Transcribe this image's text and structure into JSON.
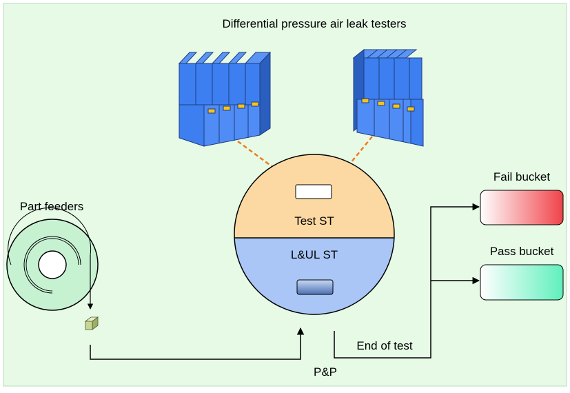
{
  "title": "Differential pressure air leak testers",
  "labels": {
    "part_feeders": "Part feeders",
    "test_st": "Test ST",
    "lul_st": "L&UL ST",
    "fail_bucket": "Fail bucket",
    "pass_bucket": "Pass bucket",
    "end_of_test": "End of test",
    "pp": "P&P"
  },
  "colors": {
    "background": "#e6fae6",
    "tester_blue": "#3d7ff0",
    "tester_yellow": "#f7c419",
    "test_station": "#fcd9a2",
    "load_station": "#aac6f7",
    "feeder": "#c6f2d2",
    "fail_bucket": "#f0434a",
    "pass_bucket": "#5ff0bd",
    "connector": "#f07a1e"
  }
}
